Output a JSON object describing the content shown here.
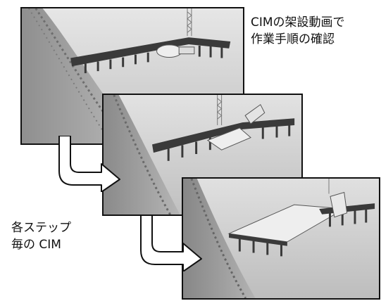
{
  "captions": {
    "top_line1": "CIMの架設動画で",
    "top_line2": "作業手順の確認",
    "left_line1": "各ステップ",
    "left_line2": "毎の CIM"
  },
  "scenes": [
    {
      "step": 1,
      "content": "bridge-deck-with-crane"
    },
    {
      "step": 2,
      "content": "bridge-deck-lifting-truss"
    },
    {
      "step": 3,
      "content": "bridge-deck-placed-slab"
    }
  ],
  "icons": {
    "step_arrow": "curved-down-right-arrow-icon"
  },
  "colors": {
    "frame": "#111111",
    "scene_gray": "#cfcfcf",
    "structure": "#3a3a3a",
    "light_element": "#eeeeee"
  }
}
